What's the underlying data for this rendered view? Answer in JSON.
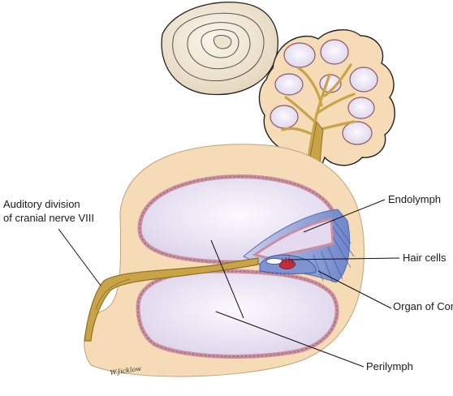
{
  "labels": {
    "auditory_line1": "Auditory division",
    "auditory_line2": "of cranial nerve VIII",
    "endolymph": "Endolymph",
    "hair_cells": "Hair cells",
    "organ_of_corti": "Organ of Corti",
    "perilymph": "Perilymph"
  },
  "signature": "W.Jicklow",
  "colors": {
    "bone": "#f6dcb6",
    "bone_stroke": "#222222",
    "shell": "#f3ead8",
    "membrane": "#c98ea0",
    "chamber_fill": "#ece6f3",
    "chamber_center": "#fbfaff",
    "duct_blue": "#7f93d0",
    "nerve": "#c9a347",
    "nerve_dark": "#8f6f22",
    "hair_red": "#c0303a"
  }
}
